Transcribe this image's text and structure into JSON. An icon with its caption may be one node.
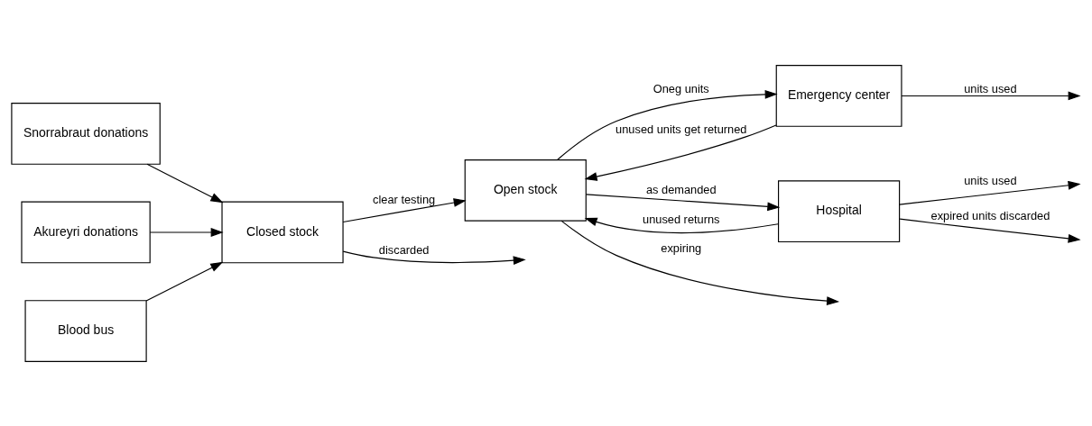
{
  "diagram": {
    "nodes": [
      {
        "text": [
          "Snorrabraut donations"
        ]
      },
      {
        "text": [
          "Akureyri donations"
        ]
      },
      {
        "text": [
          "Blood bus"
        ]
      },
      {
        "text": [
          "Closed stock"
        ]
      },
      {
        "text": [
          "Open stock"
        ]
      },
      {
        "text": [
          "Emergency center"
        ]
      },
      {
        "text": [
          "Hospital"
        ]
      }
    ],
    "edges": [
      {
        "from": 0,
        "to": 3,
        "arrow": "to"
      },
      {
        "from": 1,
        "to": 3,
        "arrow": "to"
      },
      {
        "from": 2,
        "to": 3,
        "arrow": "to"
      },
      {
        "from": 3,
        "to": null,
        "arrow": "to",
        "label": "discarded"
      },
      {
        "from": 3,
        "to": 4,
        "arrow": "to",
        "label": "clear testing"
      },
      {
        "from": 4,
        "to": 5,
        "arrow": "to",
        "label": "Oneg units"
      },
      {
        "from": 5,
        "to": 4,
        "arrow": "to",
        "label": "unused units get returned"
      },
      {
        "from": 4,
        "to": 6,
        "arrow": "to",
        "label": "as demanded"
      },
      {
        "from": 6,
        "to": 4,
        "arrow": "to",
        "label": "unused returns"
      },
      {
        "from": 4,
        "to": null,
        "arrow": "to",
        "label": "expiring"
      },
      {
        "from": 5,
        "to": null,
        "arrow": "to",
        "label": "units used"
      },
      {
        "from": 6,
        "to": null,
        "arrow": "to",
        "label": "units used"
      },
      {
        "from": 6,
        "to": null,
        "arrow": "to",
        "label": "expired units discarded"
      }
    ]
  }
}
